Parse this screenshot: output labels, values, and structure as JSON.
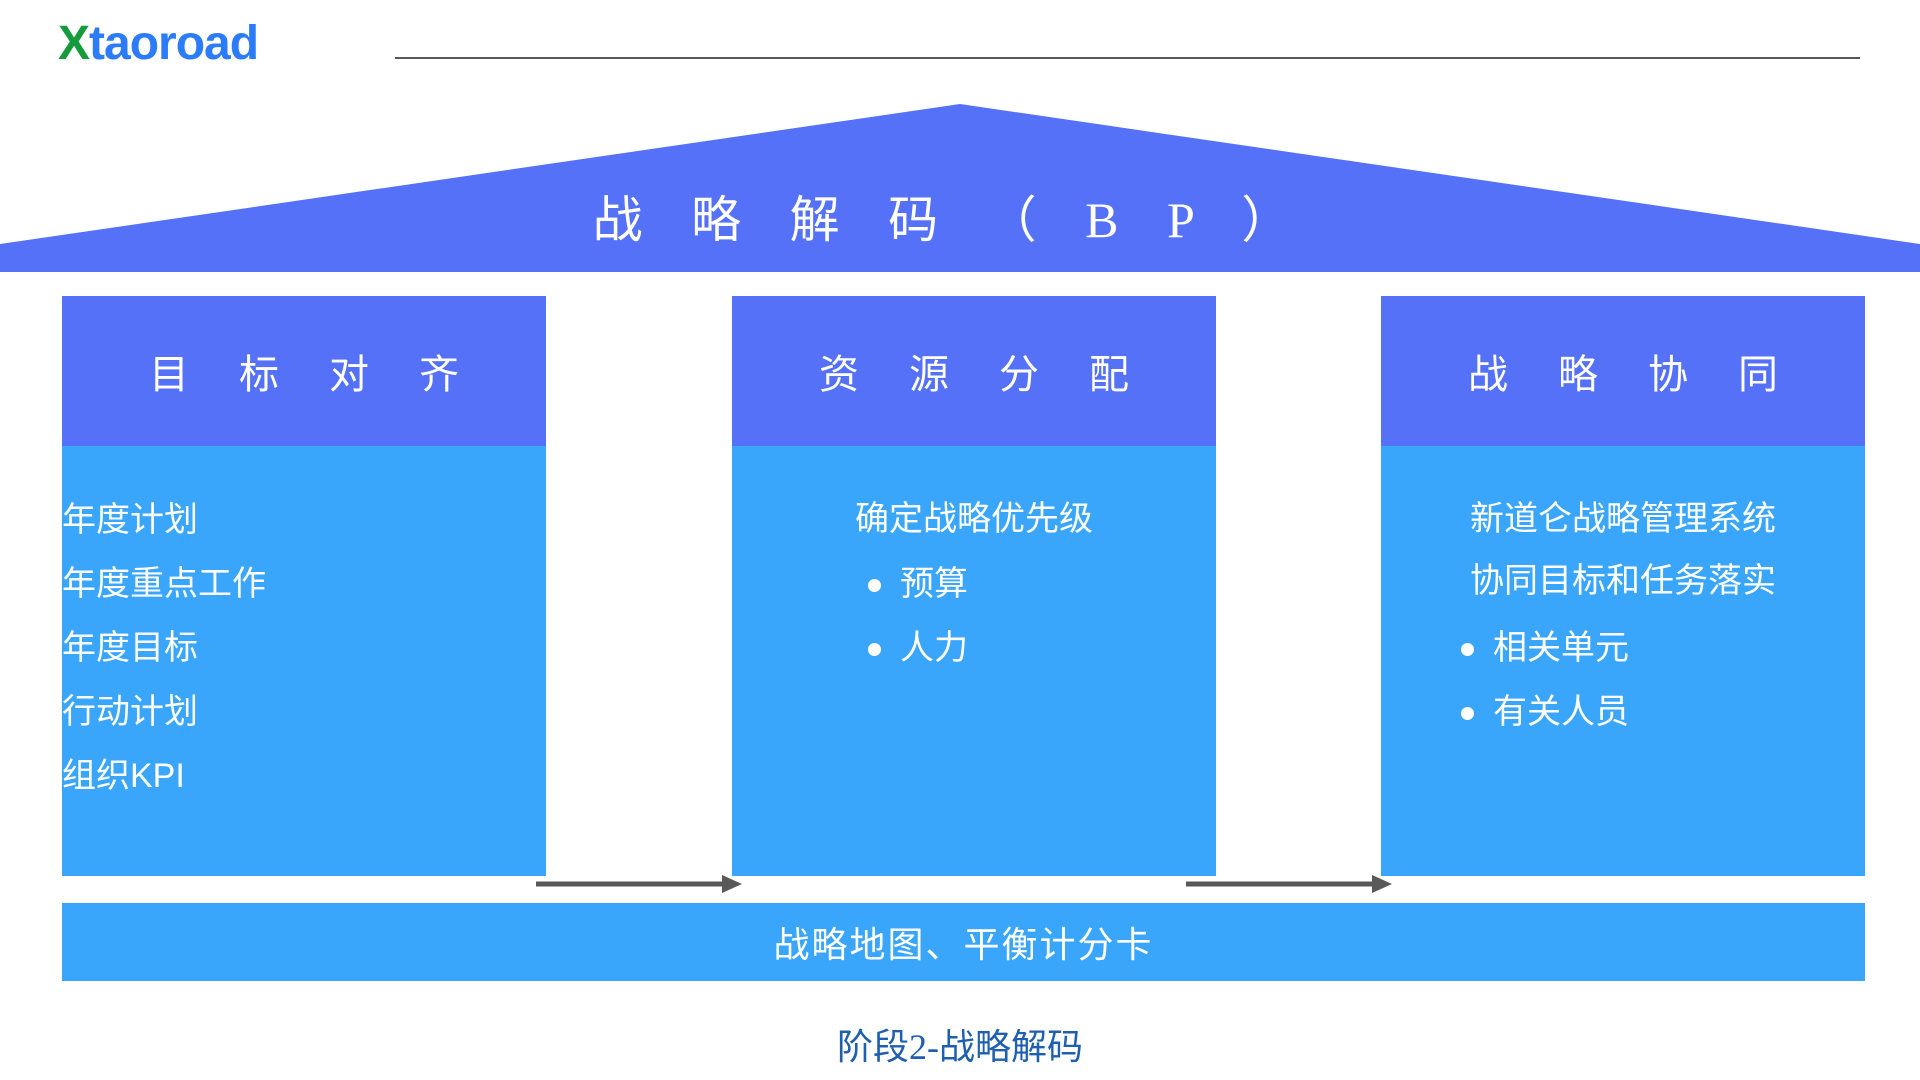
{
  "brand": {
    "logo_x": "X",
    "logo_rest": "taoroad",
    "logo_x_color": "#149b3c",
    "logo_rest_color": "#2b7bfb"
  },
  "roof": {
    "title": "战 略 解 码 （ B P ）",
    "fill_color": "#5471f7"
  },
  "colors": {
    "header_blue": "#5471f7",
    "body_blue": "#3aa6fb",
    "arrow_gray": "#595959",
    "caption_blue": "#1f5fb0"
  },
  "pillars": [
    {
      "header": "目 标 对 齐",
      "bullets": [
        "年度计划",
        "年度重点工作",
        "年度目标",
        "行动计划",
        "组织KPI"
      ],
      "lines": []
    },
    {
      "header": "资 源 分 配",
      "lines": [
        "确定战略优先级"
      ],
      "bullets": [
        "预算",
        "人力"
      ]
    },
    {
      "header": "战 略 协 同",
      "lines": [
        "新道仑战略管理系统",
        "协同目标和任务落实"
      ],
      "bullets": [
        "相关单元",
        "有关人员"
      ]
    }
  ],
  "foundation": {
    "label": "战略地图、平衡计分卡"
  },
  "caption": {
    "label": "阶段2-战略解码"
  }
}
